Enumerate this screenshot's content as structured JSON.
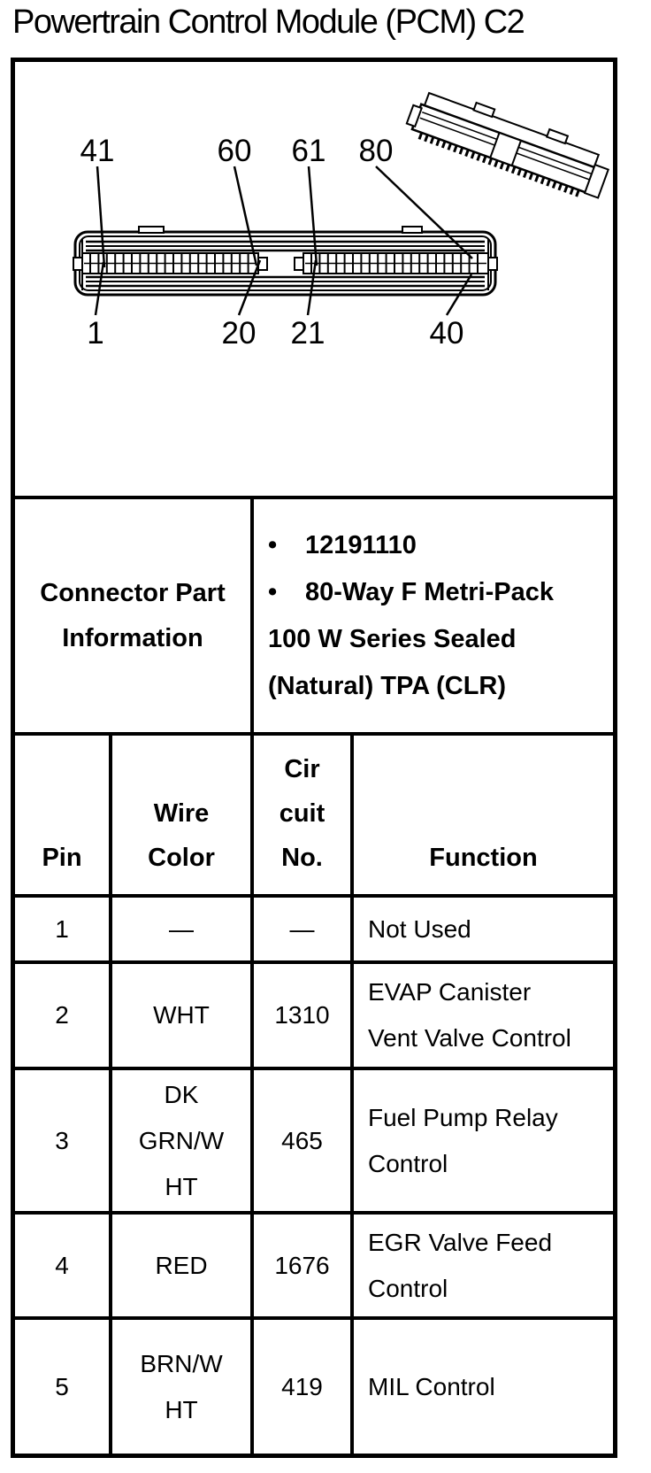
{
  "title": "Powertrain Control Module (PCM) C2",
  "colors": {
    "ink": "#000000",
    "background": "#ffffff"
  },
  "diagram": {
    "top_labels": [
      "41",
      "60",
      "61",
      "80"
    ],
    "bottom_labels": [
      "1",
      "20",
      "21",
      "40"
    ]
  },
  "part_info": {
    "label_lines": [
      "Connector Part",
      "Information"
    ],
    "bullets": [
      "12191110",
      "80-Way F Metri-Pack"
    ],
    "continuation_lines": [
      "100 W Series Sealed",
      "(Natural) TPA (CLR)"
    ],
    "bullet_glyph": "•"
  },
  "pin_table": {
    "headers": {
      "pin": "Pin",
      "wire_color_lines": [
        "Wire",
        "Color"
      ],
      "circuit_lines": [
        "Cir",
        "cuit",
        "No."
      ],
      "function": "Function"
    },
    "rows": [
      {
        "pin": "1",
        "wire_color_lines": [
          "—"
        ],
        "circuit": "—",
        "function_lines": [
          "Not Used"
        ]
      },
      {
        "pin": "2",
        "wire_color_lines": [
          "WHT"
        ],
        "circuit": "1310",
        "function_lines": [
          "EVAP Canister",
          "Vent Valve Control"
        ]
      },
      {
        "pin": "3",
        "wire_color_lines": [
          "DK",
          "GRN/W",
          "HT"
        ],
        "circuit": "465",
        "function_lines": [
          "Fuel Pump Relay",
          "Control"
        ]
      },
      {
        "pin": "4",
        "wire_color_lines": [
          "RED"
        ],
        "circuit": "1676",
        "function_lines": [
          "EGR Valve Feed",
          "Control"
        ]
      },
      {
        "pin": "5",
        "wire_color_lines": [
          "BRN/W",
          "HT"
        ],
        "circuit": "419",
        "function_lines": [
          "MIL Control"
        ]
      }
    ]
  }
}
